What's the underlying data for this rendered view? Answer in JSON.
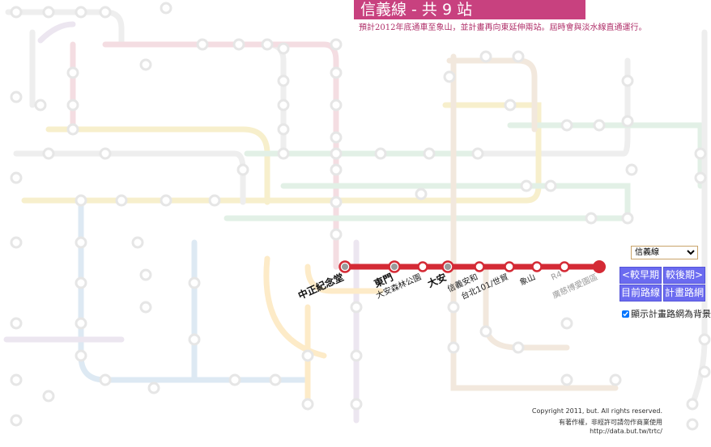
{
  "header": {
    "title": "信義線 - 共 9 站",
    "subtitle": "預計2012年底通車至象山，並計畫再向東延伸兩站。屆時會與淡水線直通運行。"
  },
  "line": {
    "color": "#d42a35",
    "stations": [
      {
        "name": "中正紀念堂",
        "type": "transfer"
      },
      {
        "name": "東門",
        "type": "transfer"
      },
      {
        "name": "大安森林公園",
        "type": "normal"
      },
      {
        "name": "大安",
        "type": "transfer"
      },
      {
        "name": "信義安和",
        "type": "normal"
      },
      {
        "name": "台北101/世貿",
        "type": "normal"
      },
      {
        "name": "象山",
        "type": "normal"
      },
      {
        "name": "R4",
        "type": "planned"
      },
      {
        "name": "廣慈博愛園區",
        "type": "terminal-planned"
      }
    ]
  },
  "controls": {
    "line_select": {
      "selected": "信義線"
    },
    "earlier_label": "<較早期",
    "later_label": "較後期>",
    "current_label": "目前路線",
    "planned_label": "計畫路網",
    "show_planned_label": "顯示計畫路網為背景",
    "show_planned_checked": true
  },
  "footer": {
    "copyright": "Copyright 2011, but. All rights reserved.",
    "notice": "有著作權，非經許可請勿作商業使用",
    "url": "http://data.but.tw/trtc/"
  }
}
